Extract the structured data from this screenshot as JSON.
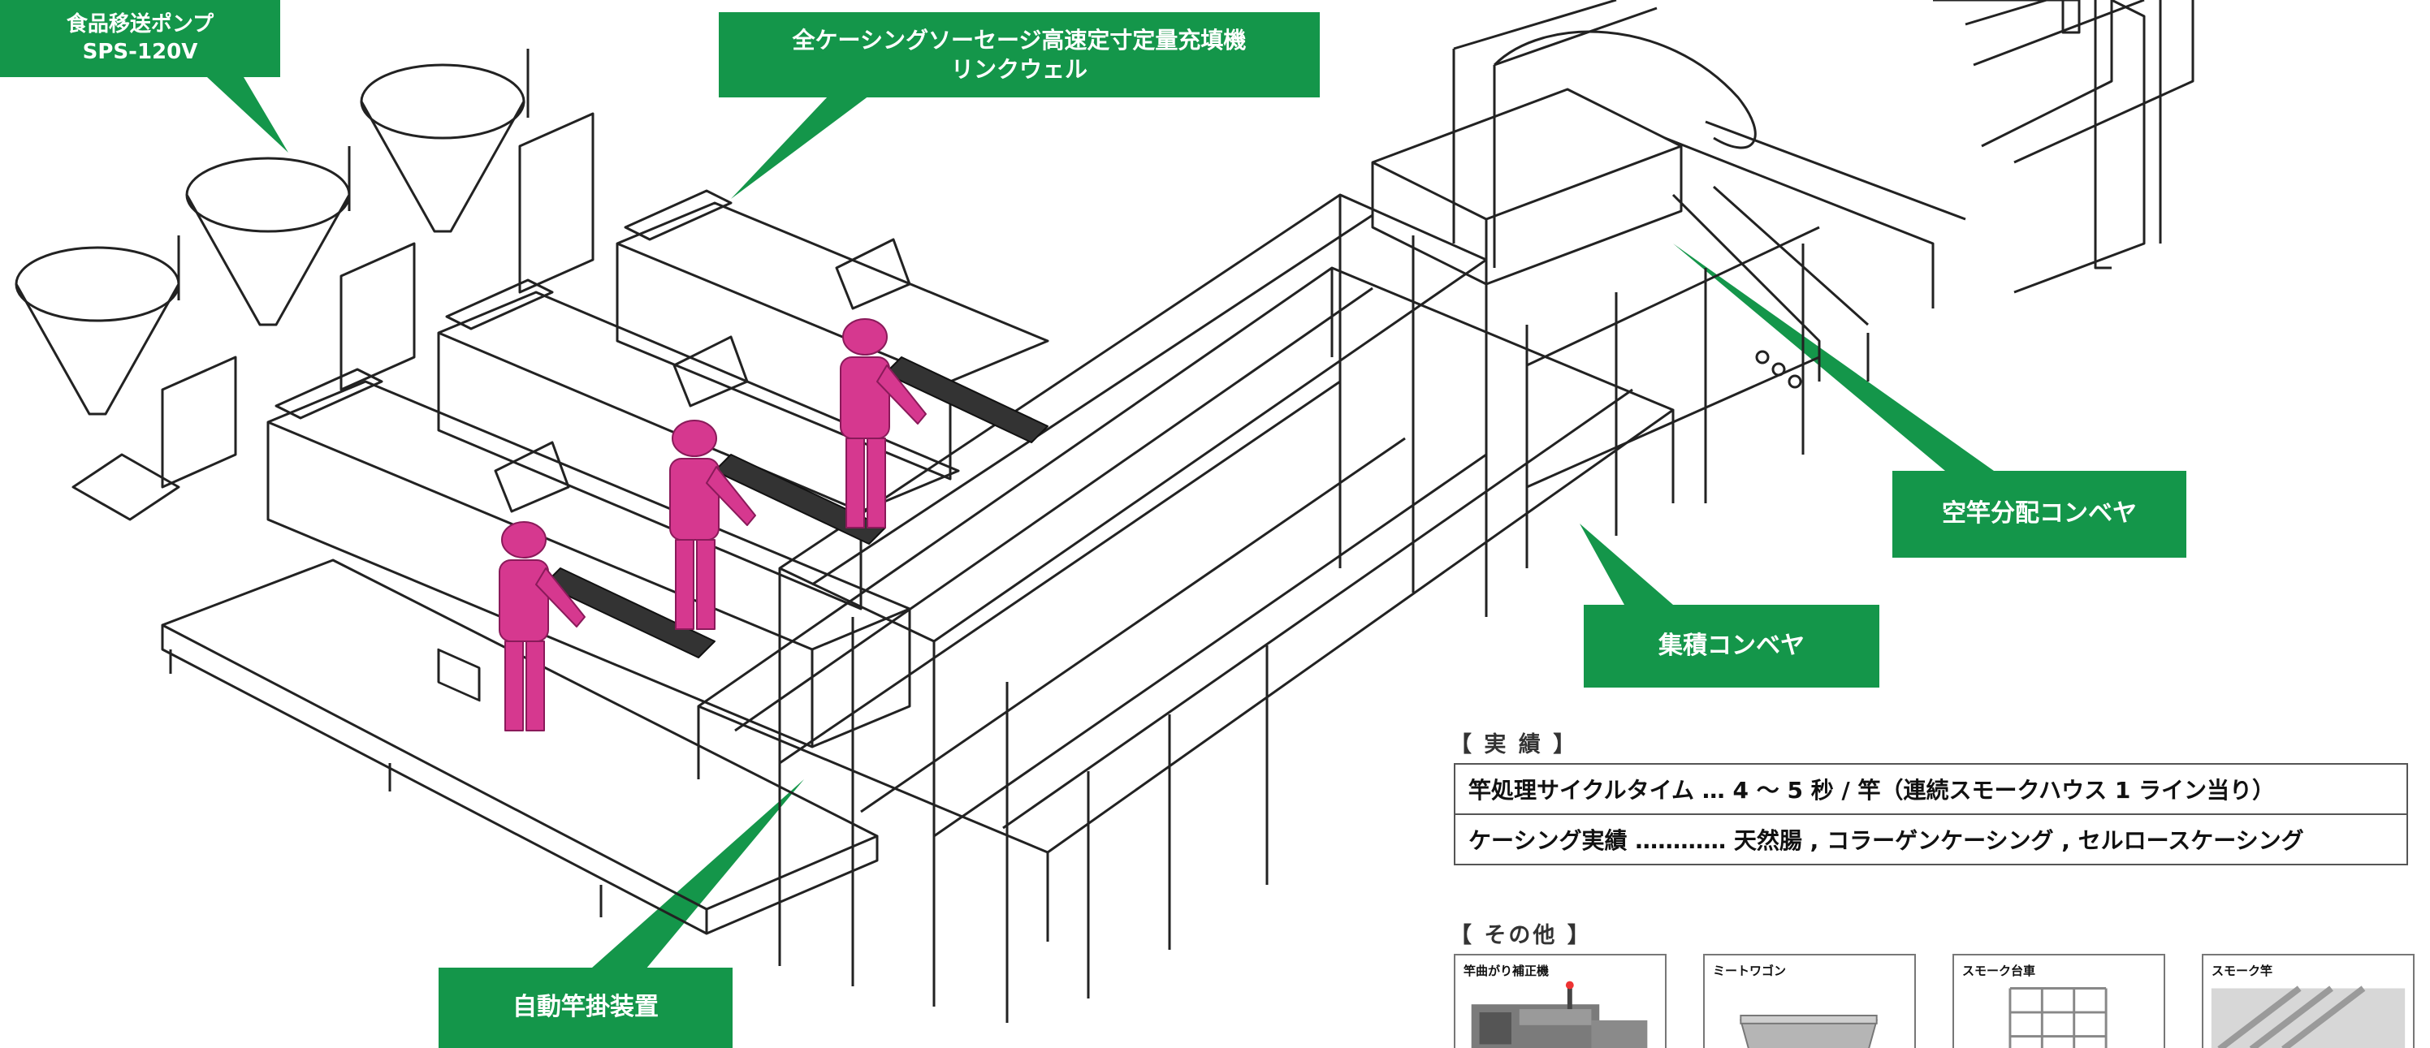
{
  "callouts": {
    "pump": {
      "line1": "食品移送ポンプ",
      "line2": "SPS-120V"
    },
    "filler": {
      "line1": "全ケーシングソーセージ高速定寸定量充填機",
      "line2": "リンクウェル"
    },
    "empty_rod": {
      "label": "空竿分配コンベヤ"
    },
    "accumulation": {
      "label": "集積コンベヤ"
    },
    "auto_hanger": {
      "label": "自動竿掛装置"
    }
  },
  "results": {
    "heading": "【 実 績 】",
    "rows": [
      "竿処理サイクルタイム … 4 〜 5 秒 / 竿（連続スモークハウス 1 ライン当り）",
      "ケーシング実績 ………… 天然腸 , コラーゲンケーシング , セルロースケーシング"
    ]
  },
  "others": {
    "heading": "【 その他 】",
    "items": [
      {
        "caption": "竿曲がり補正機",
        "icon": "straightener-machine-photo"
      },
      {
        "caption": "ミートワゴン",
        "icon": "meat-wagon-photo"
      },
      {
        "caption": "スモーク台車",
        "icon": "smoke-trolley-photo"
      },
      {
        "caption": "スモーク竿",
        "icon": "smoke-rod-photo"
      }
    ]
  },
  "colors": {
    "callout_green": "#14964a",
    "worker_pink": "#d6388f",
    "line_art": "#222222"
  }
}
